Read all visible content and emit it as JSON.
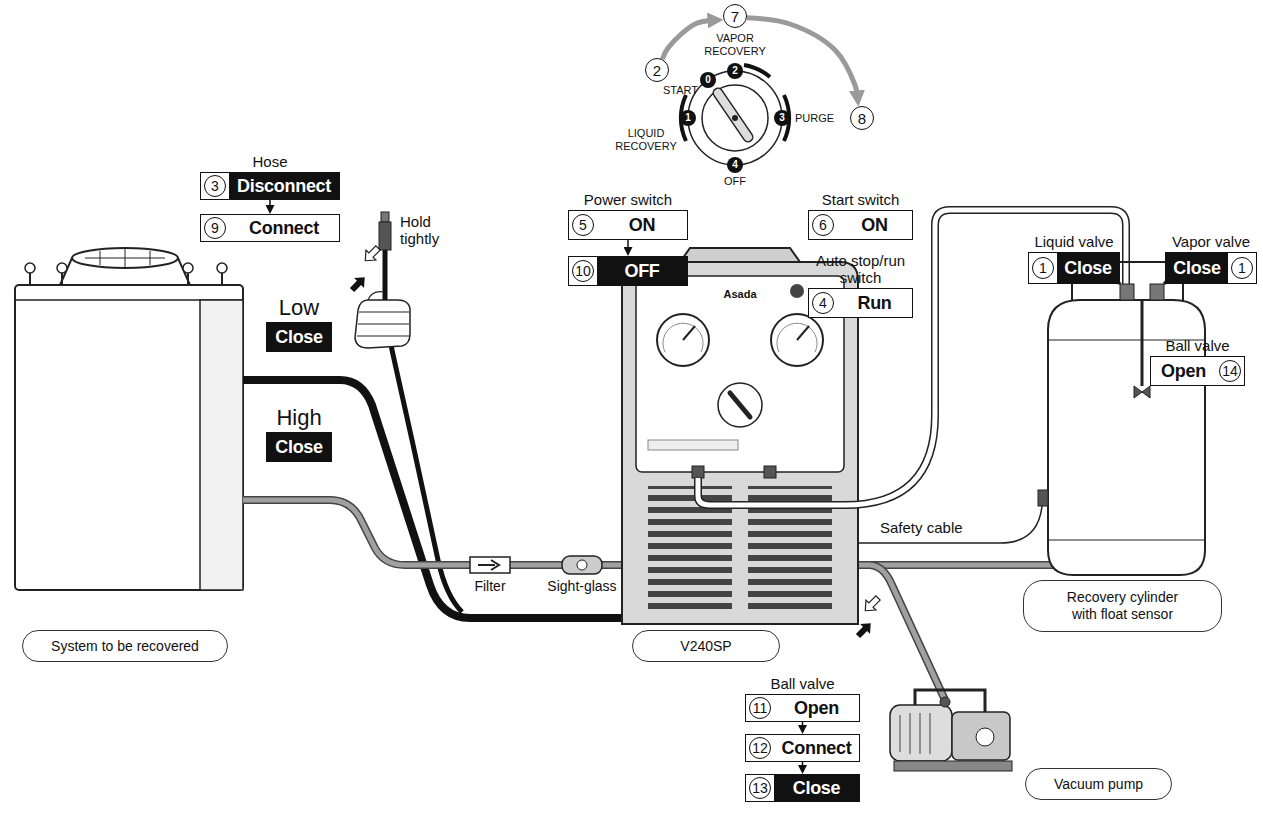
{
  "diagram": {
    "nodes": [
      {
        "text": [
          "Hose",
          "3",
          "Disconnect"
        ]
      },
      {
        "text": [
          "9",
          "Connect"
        ]
      },
      {
        "text": [
          "2"
        ]
      },
      {
        "text": [
          "7"
        ]
      },
      {
        "text": [
          "8"
        ]
      },
      {
        "text": [
          "Power switch",
          "5",
          "ON"
        ]
      },
      {
        "text": [
          "10",
          "OFF"
        ]
      },
      {
        "text": [
          "Start switch",
          "6",
          "ON"
        ]
      },
      {
        "text": [
          "Auto stop/run switch",
          "4",
          "Run"
        ]
      },
      {
        "text": [
          "Liquid valve",
          "1",
          "Close"
        ]
      },
      {
        "text": [
          "Vapor valve",
          "Close",
          "1"
        ]
      },
      {
        "text": [
          "Low",
          "Close"
        ]
      },
      {
        "text": [
          "Ball valve",
          "Open",
          "14"
        ]
      },
      {
        "text": [
          "High",
          "Close"
        ]
      },
      {
        "text": [
          "System to be recovered"
        ]
      },
      {
        "text": [
          "V240SP"
        ]
      },
      {
        "text": [
          "Recovery cylinder with float sensor"
        ]
      },
      {
        "text": [
          "Ball valve",
          "11",
          "Open"
        ]
      },
      {
        "text": [
          "12",
          "Connect"
        ]
      },
      {
        "text": [
          "13",
          "Close"
        ]
      },
      {
        "text": [
          "Vacuum pump"
        ]
      }
    ],
    "edges": [
      {
        "from": 0,
        "to": 1,
        "arrow": "to"
      },
      {
        "from": 2,
        "to": 3,
        "arrow": "to"
      },
      {
        "from": 3,
        "to": 4,
        "arrow": "to"
      },
      {
        "from": 5,
        "to": 6,
        "arrow": "to"
      },
      {
        "from": 17,
        "to": 18,
        "arrow": "to"
      },
      {
        "from": 18,
        "to": 19,
        "arrow": "to"
      }
    ],
    "labels": [
      "START",
      "VAPOR RECOVERY",
      "LIQUID RECOVERY",
      "PURGE",
      "OFF",
      "0",
      "1",
      "2",
      "3",
      "4",
      "Hold tightly",
      "Safety cable",
      "Filter",
      "Sight-glass",
      "Asada"
    ]
  }
}
